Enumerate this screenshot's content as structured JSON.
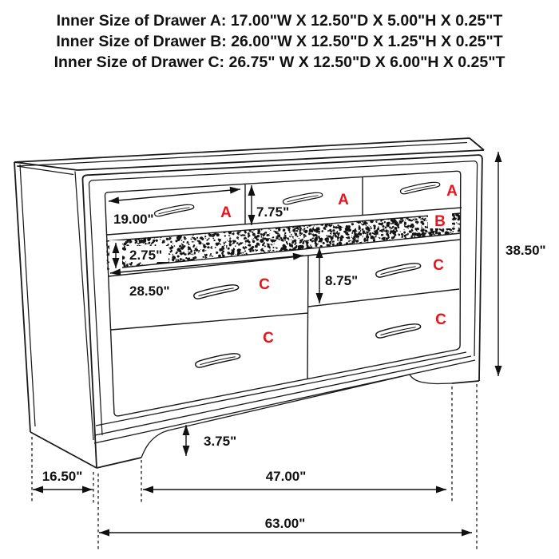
{
  "title_lines": {
    "a": "Inner Size of Drawer A: 17.00\"W X 12.50\"D X 5.00\"H X 0.25\"T",
    "b": "Inner Size of Drawer B: 26.00\"W X 12.50\"D X 1.25\"H X 0.25\"T",
    "c": "Inner Size of Drawer C: 26.75\" W X 12.50\"D X 6.00\"H X 0.25\"T"
  },
  "drawer_labels": {
    "a": "A",
    "b": "B",
    "c": "C"
  },
  "dimensions": {
    "drawer_a_width": "19.00\"",
    "drawer_a_height": "7.75\"",
    "drawer_b_height": "2.75\"",
    "drawer_c_width": "28.50\"",
    "drawer_c_height": "8.75\"",
    "overall_height": "38.50\"",
    "foot_height": "3.75\"",
    "side_depth": "16.50\"",
    "inner_width": "47.00\"",
    "overall_width": "63.00\""
  },
  "colors": {
    "label_red": "#e8141b",
    "line_black": "#1a1a1a"
  }
}
